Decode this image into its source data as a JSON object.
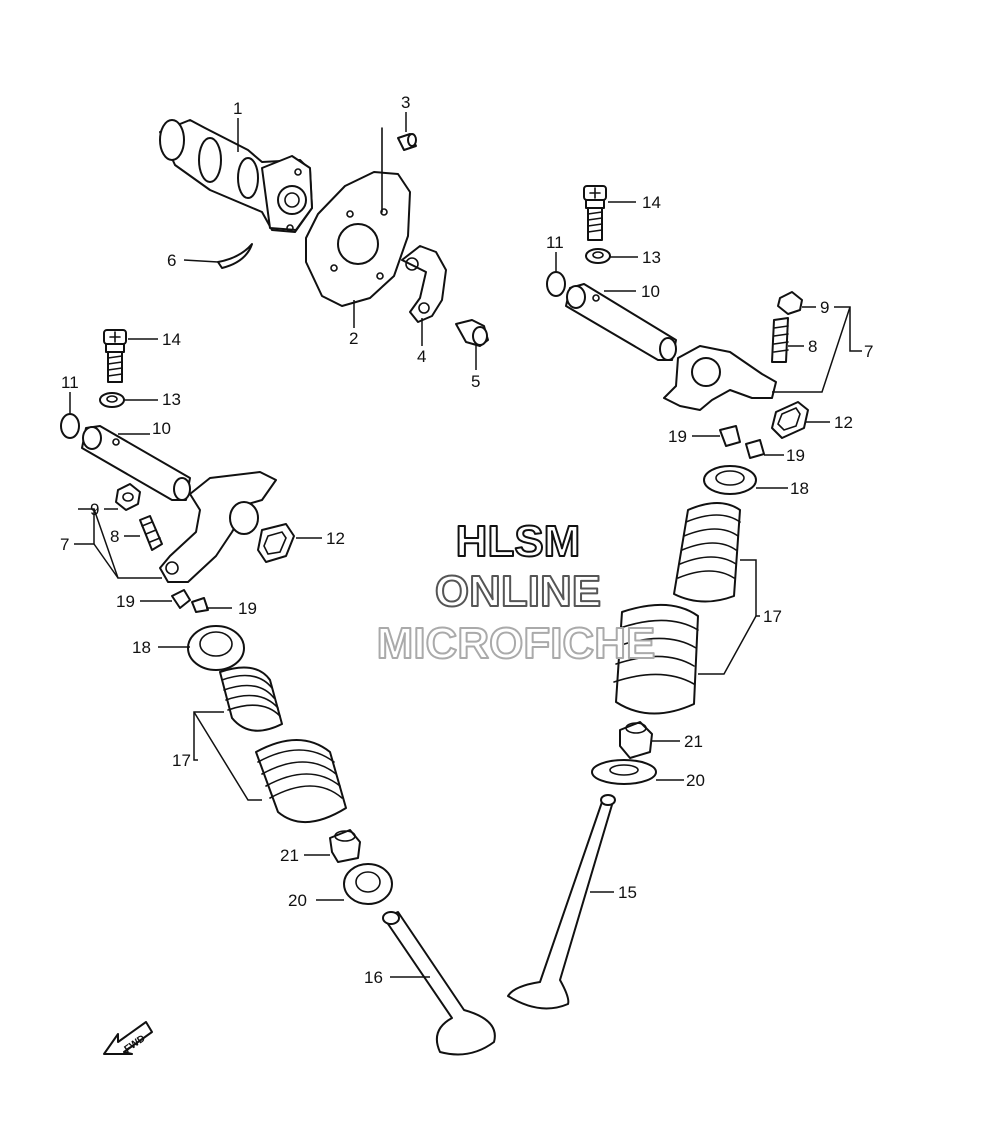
{
  "watermark": {
    "line1": "HLSM",
    "line2": "ONLINE",
    "line3": "MICROFICHE"
  },
  "fwd_label": "FWD",
  "callouts": [
    {
      "id": "c1",
      "text": "1"
    },
    {
      "id": "c2",
      "text": "2"
    },
    {
      "id": "c3",
      "text": "3"
    },
    {
      "id": "c4",
      "text": "4"
    },
    {
      "id": "c5",
      "text": "5"
    },
    {
      "id": "c6",
      "text": "6"
    },
    {
      "id": "c7a",
      "text": "7"
    },
    {
      "id": "c7b",
      "text": "7"
    },
    {
      "id": "c8a",
      "text": "8"
    },
    {
      "id": "c8b",
      "text": "8"
    },
    {
      "id": "c9a",
      "text": "9"
    },
    {
      "id": "c9b",
      "text": "9"
    },
    {
      "id": "c10a",
      "text": "10"
    },
    {
      "id": "c10b",
      "text": "10"
    },
    {
      "id": "c11a",
      "text": "11"
    },
    {
      "id": "c11b",
      "text": "11"
    },
    {
      "id": "c12a",
      "text": "12"
    },
    {
      "id": "c12b",
      "text": "12"
    },
    {
      "id": "c13a",
      "text": "13"
    },
    {
      "id": "c13b",
      "text": "13"
    },
    {
      "id": "c14a",
      "text": "14"
    },
    {
      "id": "c14b",
      "text": "14"
    },
    {
      "id": "c15",
      "text": "15"
    },
    {
      "id": "c16",
      "text": "16"
    },
    {
      "id": "c17a",
      "text": "17"
    },
    {
      "id": "c17b",
      "text": "17"
    },
    {
      "id": "c18a",
      "text": "18"
    },
    {
      "id": "c18b",
      "text": "18"
    },
    {
      "id": "c19a",
      "text": "19"
    },
    {
      "id": "c19b",
      "text": "19"
    },
    {
      "id": "c19c",
      "text": "19"
    },
    {
      "id": "c19d",
      "text": "19"
    },
    {
      "id": "c20a",
      "text": "20"
    },
    {
      "id": "c20b",
      "text": "20"
    },
    {
      "id": "c21a",
      "text": "21"
    },
    {
      "id": "c21b",
      "text": "21"
    }
  ]
}
